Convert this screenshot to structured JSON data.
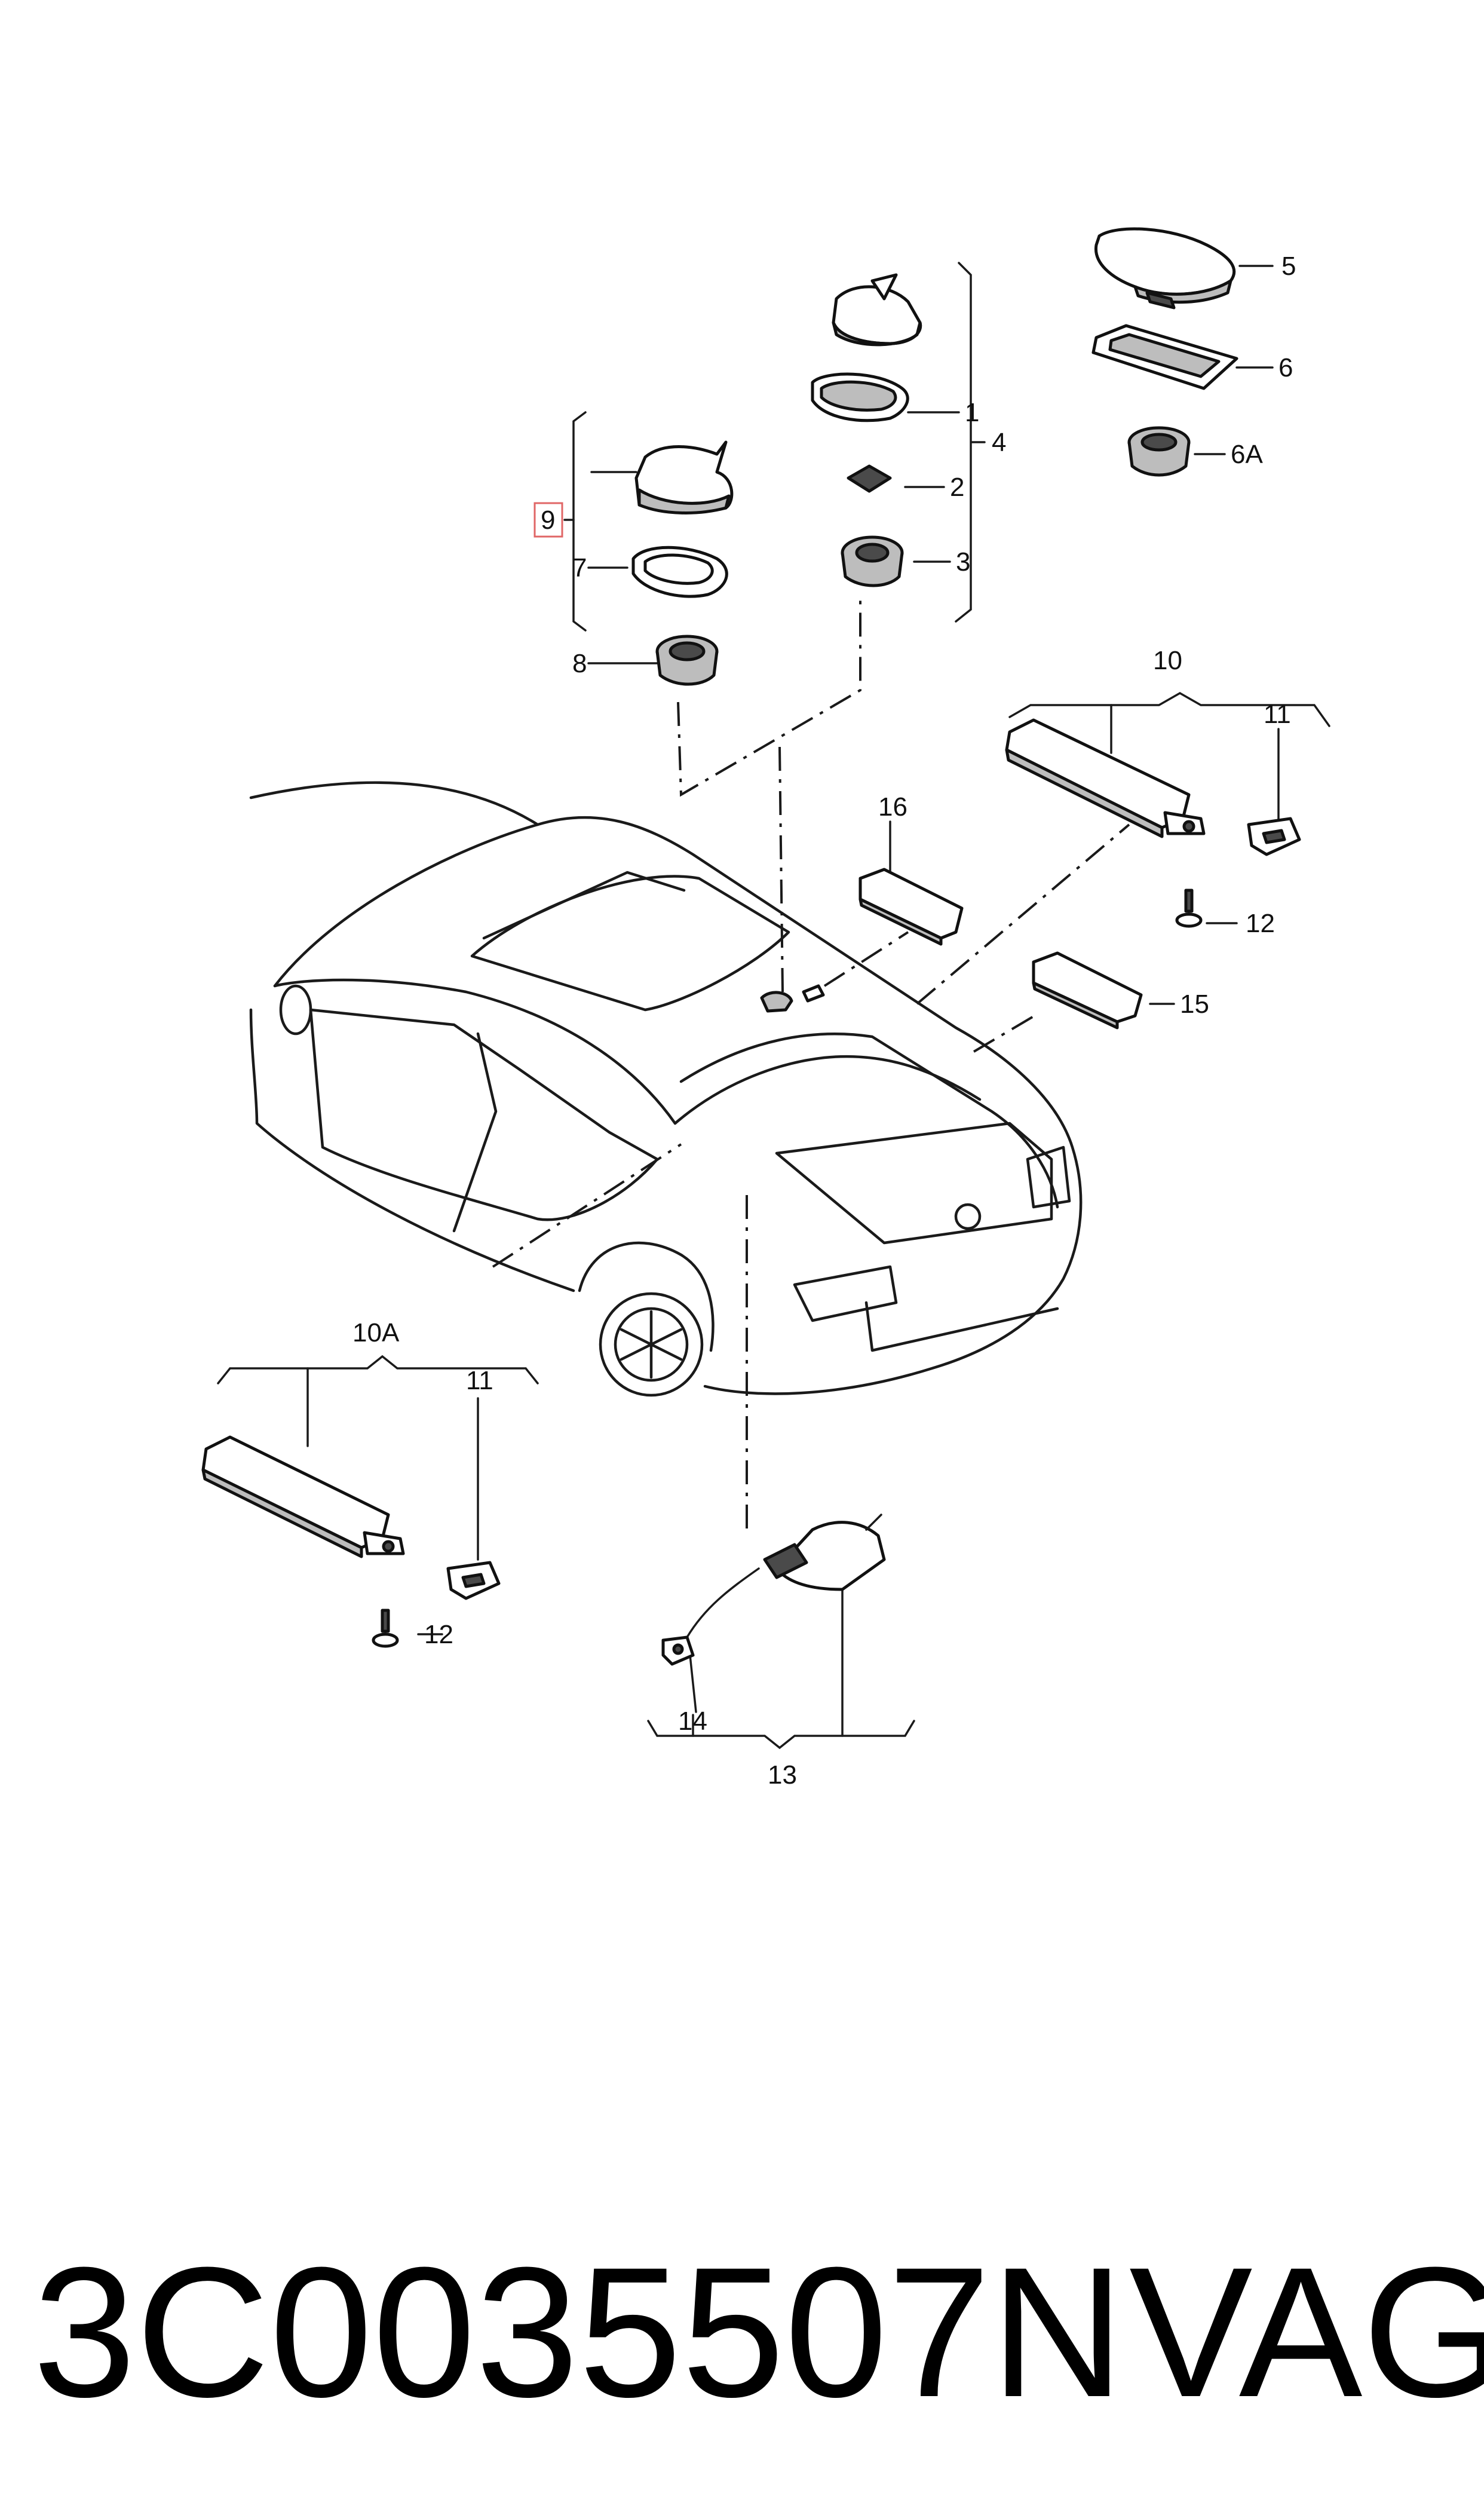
{
  "callouts": {
    "c1": "1",
    "c2": "2",
    "c3": "3",
    "c4": "4",
    "c5": "5",
    "c6": "6",
    "c6a": "6A",
    "c7": "7",
    "c8": "8",
    "c9": "9",
    "c10": "10",
    "c10a": "10A",
    "c11a": "11",
    "c11b": "11",
    "c12a": "12",
    "c12b": "12",
    "c13": "13",
    "c14": "14",
    "c15": "15",
    "c16": "16"
  },
  "highlight_color": "#e06666",
  "footer": {
    "part_number": "3C0035507N",
    "brand": "VAG"
  }
}
